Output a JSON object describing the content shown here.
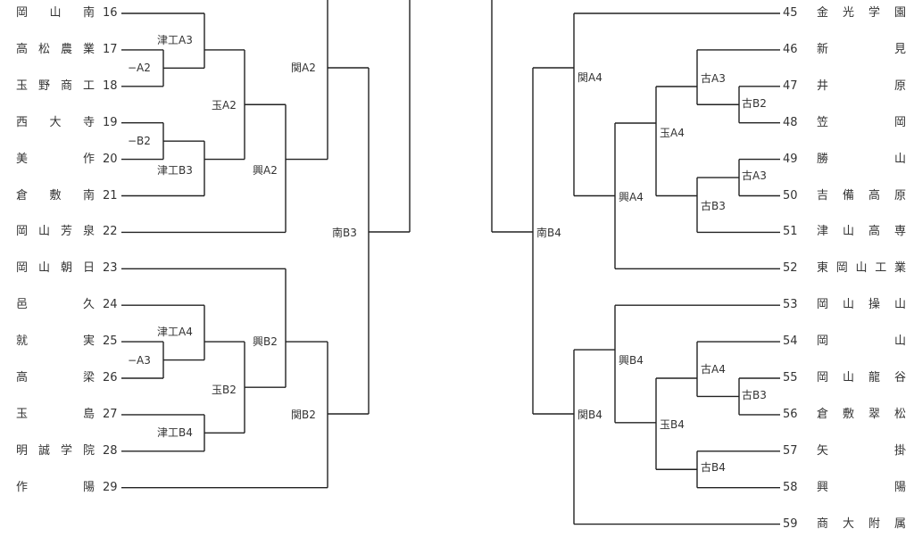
{
  "title": "Tournament bracket",
  "left_teams": [
    {
      "num": "16",
      "name": "岡山南"
    },
    {
      "num": "17",
      "name": "高松農業"
    },
    {
      "num": "18",
      "name": "玉野商工"
    },
    {
      "num": "19",
      "name": "西大寺"
    },
    {
      "num": "20",
      "name": "美作"
    },
    {
      "num": "21",
      "name": "倉敷南"
    },
    {
      "num": "22",
      "name": "岡山芳泉"
    },
    {
      "num": "23",
      "name": "岡山朝日"
    },
    {
      "num": "24",
      "name": "邑久"
    },
    {
      "num": "25",
      "name": "就実"
    },
    {
      "num": "26",
      "name": "高梁"
    },
    {
      "num": "27",
      "name": "玉島"
    },
    {
      "num": "28",
      "name": "明誠学院"
    },
    {
      "num": "29",
      "name": "作陽"
    }
  ],
  "right_teams": [
    {
      "num": "45",
      "name": "金光学園"
    },
    {
      "num": "46",
      "name": "新見"
    },
    {
      "num": "47",
      "name": "井原"
    },
    {
      "num": "48",
      "name": "笠岡"
    },
    {
      "num": "49",
      "name": "勝山"
    },
    {
      "num": "50",
      "name": "吉備高原"
    },
    {
      "num": "51",
      "name": "津山高専"
    },
    {
      "num": "52",
      "name": "東岡山工業"
    },
    {
      "num": "53",
      "name": "岡山操山"
    },
    {
      "num": "54",
      "name": "岡山"
    },
    {
      "num": "55",
      "name": "岡山龍谷"
    },
    {
      "num": "56",
      "name": "倉敷翠松"
    },
    {
      "num": "57",
      "name": "矢掛"
    },
    {
      "num": "58",
      "name": "興陽"
    },
    {
      "num": "59",
      "name": "商大附属"
    }
  ],
  "left_matches": [
    {
      "id": "a",
      "label": "−A2"
    },
    {
      "id": "b",
      "label": "津工A3"
    },
    {
      "id": "c",
      "label": "−B2"
    },
    {
      "id": "d",
      "label": "津工B3"
    },
    {
      "id": "e",
      "label": "玉A2"
    },
    {
      "id": "f",
      "label": "興A2"
    },
    {
      "id": "g",
      "label": "関A2"
    },
    {
      "id": "h",
      "label": "−A3"
    },
    {
      "id": "i",
      "label": "津工A4"
    },
    {
      "id": "j",
      "label": "津工B4"
    },
    {
      "id": "k",
      "label": "玉B2"
    },
    {
      "id": "l",
      "label": "興B2"
    },
    {
      "id": "m",
      "label": "関B2"
    },
    {
      "id": "n",
      "label": "南B3"
    }
  ],
  "right_matches": [
    {
      "id": "a",
      "label": "古B2"
    },
    {
      "id": "b",
      "label": "古A3"
    },
    {
      "id": "c",
      "label": "古A3"
    },
    {
      "id": "d",
      "label": "古B3"
    },
    {
      "id": "e",
      "label": "玉A4"
    },
    {
      "id": "f",
      "label": "興A4"
    },
    {
      "id": "g",
      "label": "関A4"
    },
    {
      "id": "h",
      "label": "古B3"
    },
    {
      "id": "i",
      "label": "古A4"
    },
    {
      "id": "j",
      "label": "古B4"
    },
    {
      "id": "k",
      "label": "玉B4"
    },
    {
      "id": "l",
      "label": "興B4"
    },
    {
      "id": "m",
      "label": "関B4"
    },
    {
      "id": "n",
      "label": "南B4"
    }
  ]
}
